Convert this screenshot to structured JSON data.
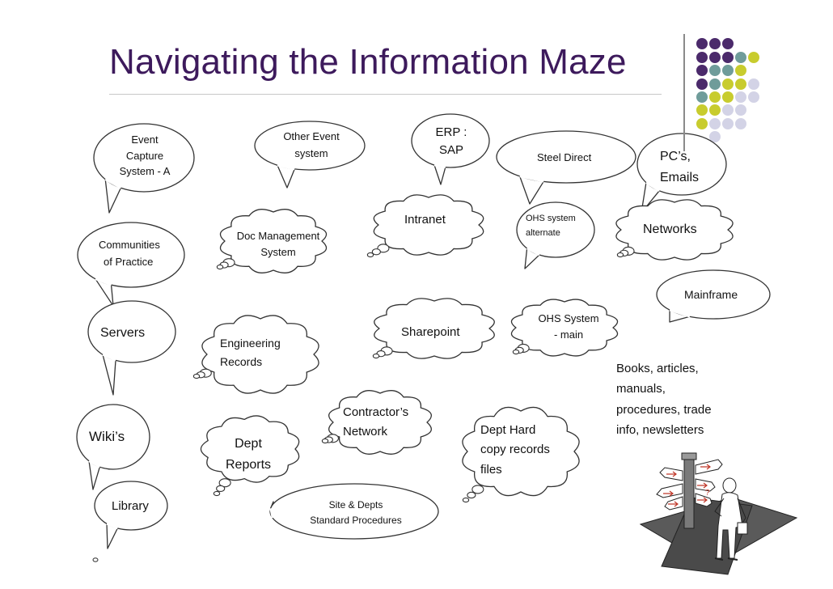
{
  "title": "Navigating the Information Maze",
  "colors": {
    "title": "#3d1a5c",
    "dot_purple": "#4b2a6b",
    "dot_teal": "#6f9c9a",
    "dot_yellow": "#c8cc2e",
    "dot_lavender": "#d3d3e6",
    "bubble_stroke": "#333333"
  },
  "bubbles": {
    "event_capture": [
      "Event",
      "Capture",
      "System - A"
    ],
    "other_event": [
      "Other Event",
      "system"
    ],
    "erp": [
      "ERP :",
      "SAP"
    ],
    "steel_direct": [
      "Steel Direct"
    ],
    "pcs_emails": [
      "PC’s,",
      "Emails"
    ],
    "communities": [
      "Communities",
      "of Practice"
    ],
    "doc_management": [
      "Doc Management",
      "System"
    ],
    "intranet": [
      "Intranet"
    ],
    "ohs_alternate": [
      "OHS system",
      "alternate"
    ],
    "networks": [
      "Networks"
    ],
    "mainframe": [
      "Mainframe"
    ],
    "servers": [
      "Servers"
    ],
    "engineering": [
      "Engineering",
      "Records"
    ],
    "sharepoint": [
      "Sharepoint"
    ],
    "ohs_main": [
      "OHS System",
      "- main"
    ],
    "books": [
      "Books, articles,",
      "manuals,",
      "procedures, trade",
      "info, newsletters"
    ],
    "contractors": [
      "Contractor’s",
      "Network"
    ],
    "wikis": [
      "Wiki’s"
    ],
    "dept_reports": [
      "Dept",
      "Reports"
    ],
    "dept_hard": [
      "Dept Hard",
      "copy records",
      "files"
    ],
    "library": [
      "Library"
    ],
    "site_depts": [
      "Site & Depts",
      "Standard Procedures"
    ]
  },
  "illustration": "signpost-person-icon"
}
